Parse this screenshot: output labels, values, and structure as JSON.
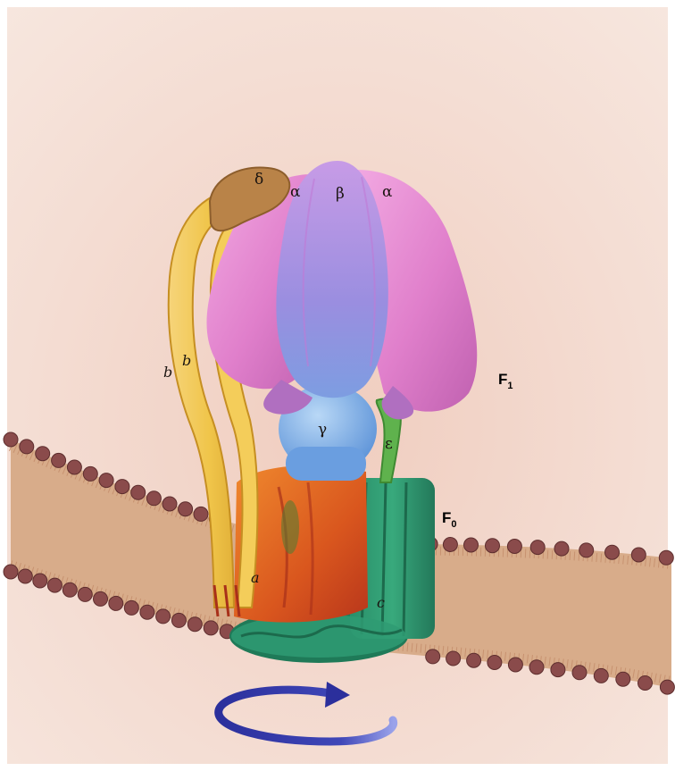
{
  "labels": {
    "delta": "δ",
    "alpha_left": "α",
    "beta": "β",
    "alpha_right": "α",
    "b_outer": "b",
    "b_inner": "b",
    "gamma": "γ",
    "epsilon": "ε",
    "a": "a",
    "c": "c",
    "f1_main": "F",
    "f1_sub": "1",
    "f0_main": "F",
    "f0_sub": "0"
  },
  "colors": {
    "background": "#f3dcd2",
    "membrane": "#d7ad8c",
    "lipid_head": "#8a4b4b",
    "alpha_subunit": "#e48fd0",
    "beta_subunit": "#b592e1",
    "gamma_subunit": "#7faee6",
    "epsilon_subunit": "#61b44f",
    "b_subunit": "#f0c54a",
    "delta_subunit": "#b98348",
    "a_subunit": "#e36826",
    "c_ring": "#2f9b73",
    "rotation_arrow": "#2c2e9b"
  }
}
